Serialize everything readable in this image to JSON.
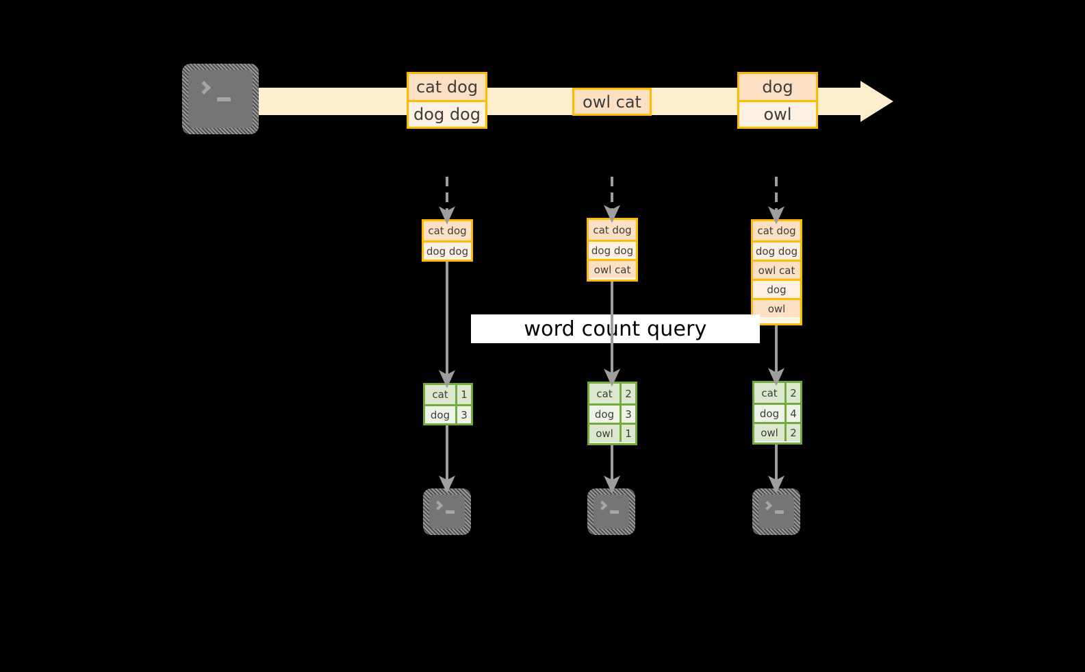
{
  "diagram": {
    "title_banner": "word count query",
    "colors": {
      "record_border": "#ffbb00",
      "record_fill_dark": "#fbe0c3",
      "record_fill_light": "#fdf1e3",
      "stream_arrow": "#fdefce",
      "result_border": "#73a93d",
      "result_fill_dark": "#dce8ce",
      "result_fill_light": "#eef3e8",
      "arrow_grey": "#9e9e9e",
      "terminal_grey": "#757575",
      "background": "#000000"
    },
    "source": {
      "icon": "terminal-icon",
      "label": ""
    },
    "stream": {
      "events": [
        {
          "name": "event-1",
          "rows": [
            {
              "text": "cat dog",
              "fill": "dark"
            },
            {
              "text": "dog dog",
              "fill": "light"
            }
          ]
        },
        {
          "name": "event-2",
          "rows": [
            {
              "text": "owl cat",
              "fill": "dark"
            }
          ]
        },
        {
          "name": "event-3",
          "rows": [
            {
              "text": "dog",
              "fill": "dark"
            },
            {
              "text": "owl",
              "fill": "light"
            }
          ]
        }
      ]
    },
    "snapshots": [
      {
        "name": "snapshot-1",
        "rows": [
          {
            "text": "cat dog",
            "fill": "dark"
          },
          {
            "text": "dog dog",
            "fill": "light"
          }
        ]
      },
      {
        "name": "snapshot-2",
        "rows": [
          {
            "text": "cat dog",
            "fill": "dark"
          },
          {
            "text": "dog dog",
            "fill": "light"
          },
          {
            "text": "owl cat",
            "fill": "dark"
          }
        ]
      },
      {
        "name": "snapshot-3",
        "rows": [
          {
            "text": "cat dog",
            "fill": "dark"
          },
          {
            "text": "dog dog",
            "fill": "light"
          },
          {
            "text": "owl cat",
            "fill": "dark"
          },
          {
            "text": "dog",
            "fill": "light"
          },
          {
            "text": "owl",
            "fill": "dark"
          }
        ]
      }
    ],
    "results": [
      {
        "name": "result-1",
        "rows": [
          {
            "key": "cat",
            "value": "1",
            "fill": "dark"
          },
          {
            "key": "dog",
            "value": "3",
            "fill": "light"
          }
        ]
      },
      {
        "name": "result-2",
        "rows": [
          {
            "key": "cat",
            "value": "2",
            "fill": "dark"
          },
          {
            "key": "dog",
            "value": "3",
            "fill": "light"
          },
          {
            "key": "owl",
            "value": "1",
            "fill": "dark"
          }
        ]
      },
      {
        "name": "result-3",
        "rows": [
          {
            "key": "cat",
            "value": "2",
            "fill": "dark"
          },
          {
            "key": "dog",
            "value": "4",
            "fill": "light"
          },
          {
            "key": "owl",
            "value": "2",
            "fill": "dark"
          }
        ]
      }
    ],
    "sinks": [
      {
        "name": "sink-1",
        "icon": "terminal-icon"
      },
      {
        "name": "sink-2",
        "icon": "terminal-icon"
      },
      {
        "name": "sink-3",
        "icon": "terminal-icon"
      }
    ]
  }
}
